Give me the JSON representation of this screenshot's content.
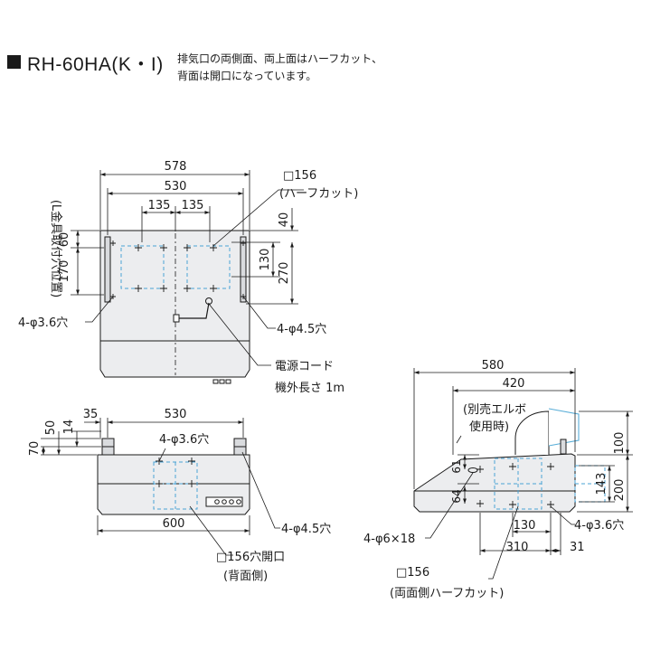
{
  "header": {
    "model": "RH-60HA(K・I)",
    "note_line1": "排気口の両側面、両上面はハーフカット、",
    "note_line2": "背面は開口になっています。"
  },
  "front_view": {
    "dim_overall_width": "578",
    "dim_bracket_span": "530",
    "dim_cut_left": "135",
    "dim_cut_right": "135",
    "dim_side_60": "60",
    "dim_side_170": "170",
    "bracket_position_label": "(L金具取付穴位置)",
    "dim_right_40": "40",
    "dim_right_130": "130",
    "dim_right_270": "270",
    "cut_size_label": "□156",
    "cut_type_label": "(ハーフカット)",
    "hole_left_label": "4-φ3.6穴",
    "hole_right_label": "4-φ4.5穴",
    "cord_label": "電源コード",
    "cord_length_label": "機外長さ 1m"
  },
  "top_view": {
    "dim_35": "35",
    "dim_530": "530",
    "dim_50": "50",
    "dim_14": "14",
    "dim_70": "70",
    "hole_top_label": "4-φ3.6穴",
    "dim_600": "600",
    "hole_right_label": "4-φ4.5穴",
    "opening_label": "□156穴開口",
    "opening_side_label": "(背面側)"
  },
  "side_view": {
    "dim_580": "580",
    "dim_420": "420",
    "elbow_label_line1": "(別売エルボ",
    "elbow_label_line2": "使用時)",
    "dim_100": "100",
    "dim_200": "200",
    "dim_143": "143",
    "dim_61": "61",
    "dim_64": "64",
    "dim_130": "130",
    "hole_right_label": "4-φ3.6穴",
    "slot_label": "4-φ6×18",
    "dim_310": "310",
    "dim_31": "31",
    "cut_size_label": "□156",
    "cut_type_label": "(両面側ハーフカット)"
  },
  "colors": {
    "panel_fill": "#ecedef",
    "line": "#1a1a1a",
    "cut_line": "#4aa3d6",
    "elbow_line": "#5aaed8"
  }
}
